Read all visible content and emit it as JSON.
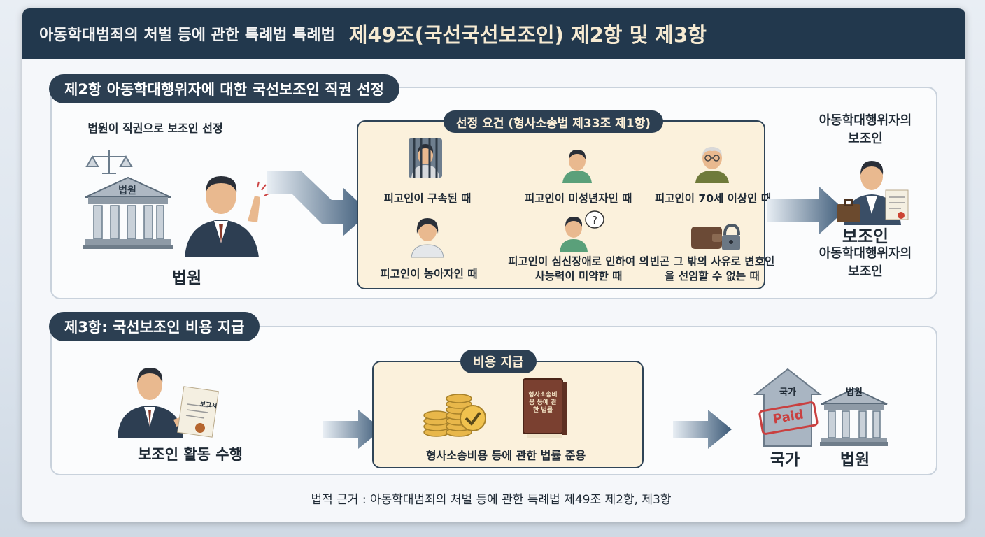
{
  "header": {
    "subtitle": "아동학대범죄의 처벌 등에 관한 특례법 특례법",
    "title": "제49조(국선국선보조인) 제2항 및 제3항"
  },
  "section2": {
    "pill": "제2항  아동학대행위자에 대한 국선보조인 직권 선정",
    "court_caption": "법원이 직권으로 보조인 선정",
    "court_building_label": "법원",
    "court_label": "법원",
    "requirements": {
      "title": "선정 요건 (형사소송법 제33조 제1항)",
      "items": [
        "피고인이 구속된 때",
        "피고인이 미성년자인 때",
        "피고인이 70세 이상인 때",
        "피고인이 농아자인 때",
        "피고인이 심신장애로 인하여 의사능력이 미약한 때",
        "빈곤 그 밖의 사유로 변호인을 선임할 수 없는 때"
      ]
    },
    "result_top": "아동학대행위자의 보조인",
    "result_main": "보조인",
    "result_bottom": "아동학대행위자의 보조인"
  },
  "section3": {
    "pill": "제3항: 국선보조인 비용 지급",
    "assistant_label": "보조인 활동 수행",
    "doc_label": "보고서",
    "cost_title": "비용 지급",
    "cost_caption": "형사소송비용 등에 관한 법률 준용",
    "book_label": "형사소송비용 등에 관한 법률",
    "state_building_label": "국가",
    "stamp": "Paid",
    "court_building_label": "법원",
    "state_label": "국가",
    "court_label": "법원"
  },
  "footer": {
    "legal_basis": "법적 근거 : 아동학대범죄의 처벌 등에 관한 특례법 제49조 제2항, 제3항"
  },
  "colors": {
    "navy": "#22384d",
    "cream": "#fbf1dc",
    "arrow": "#3c5a78"
  }
}
